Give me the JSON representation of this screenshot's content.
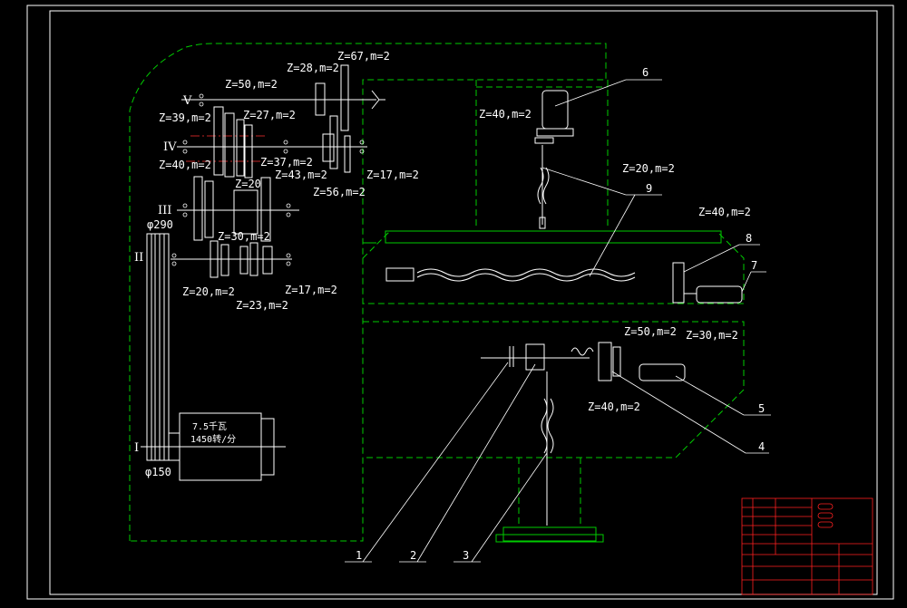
{
  "colors": {
    "background": "#000000",
    "frame": "#ffffff",
    "housing": "#00cc00",
    "mechanism": "#ffffff",
    "axis_center": "#ff3030",
    "leader": "#ffffff",
    "title_block": "#ff2020"
  },
  "gear_labels": [
    {
      "id": "z67",
      "text": "Z=67,m=2"
    },
    {
      "id": "z28",
      "text": "Z=28,m=2"
    },
    {
      "id": "z50a",
      "text": "Z=50,m=2"
    },
    {
      "id": "z27",
      "text": "Z=27,m=2"
    },
    {
      "id": "z39",
      "text": "Z=39,m=2"
    },
    {
      "id": "z40a",
      "text": "Z=40,m=2"
    },
    {
      "id": "z37",
      "text": "Z=37,m=2"
    },
    {
      "id": "z43",
      "text": "Z=43,m=2"
    },
    {
      "id": "z20a",
      "text": "Z=20"
    },
    {
      "id": "z17a",
      "text": "Z=17,m=2"
    },
    {
      "id": "z56",
      "text": "Z=56,m=2"
    },
    {
      "id": "z30a",
      "text": "Z=30,m=2"
    },
    {
      "id": "z20b",
      "text": "Z=20,m=2"
    },
    {
      "id": "z23",
      "text": "Z=23,m=2"
    },
    {
      "id": "z17b",
      "text": "Z=17,m=2"
    },
    {
      "id": "z40b",
      "text": "Z=40,m=2"
    },
    {
      "id": "z20c",
      "text": "Z=20,m=2"
    },
    {
      "id": "z40c",
      "text": "Z=40,m=2"
    },
    {
      "id": "z30b",
      "text": "Z=30,m=2"
    },
    {
      "id": "z50b",
      "text": "Z=50,m=2"
    },
    {
      "id": "z40d",
      "text": "Z=40,m=2"
    }
  ],
  "shaft_labels": {
    "I": "I",
    "II": "II",
    "III": "III",
    "IV": "IV",
    "V": "V"
  },
  "pulley_labels": {
    "large": "φ290",
    "small": "φ150"
  },
  "motor": {
    "power": "7.5千瓦",
    "speed": "1450转/分"
  },
  "callouts": [
    "1",
    "2",
    "3",
    "4",
    "5",
    "6",
    "7",
    "8",
    "9"
  ]
}
